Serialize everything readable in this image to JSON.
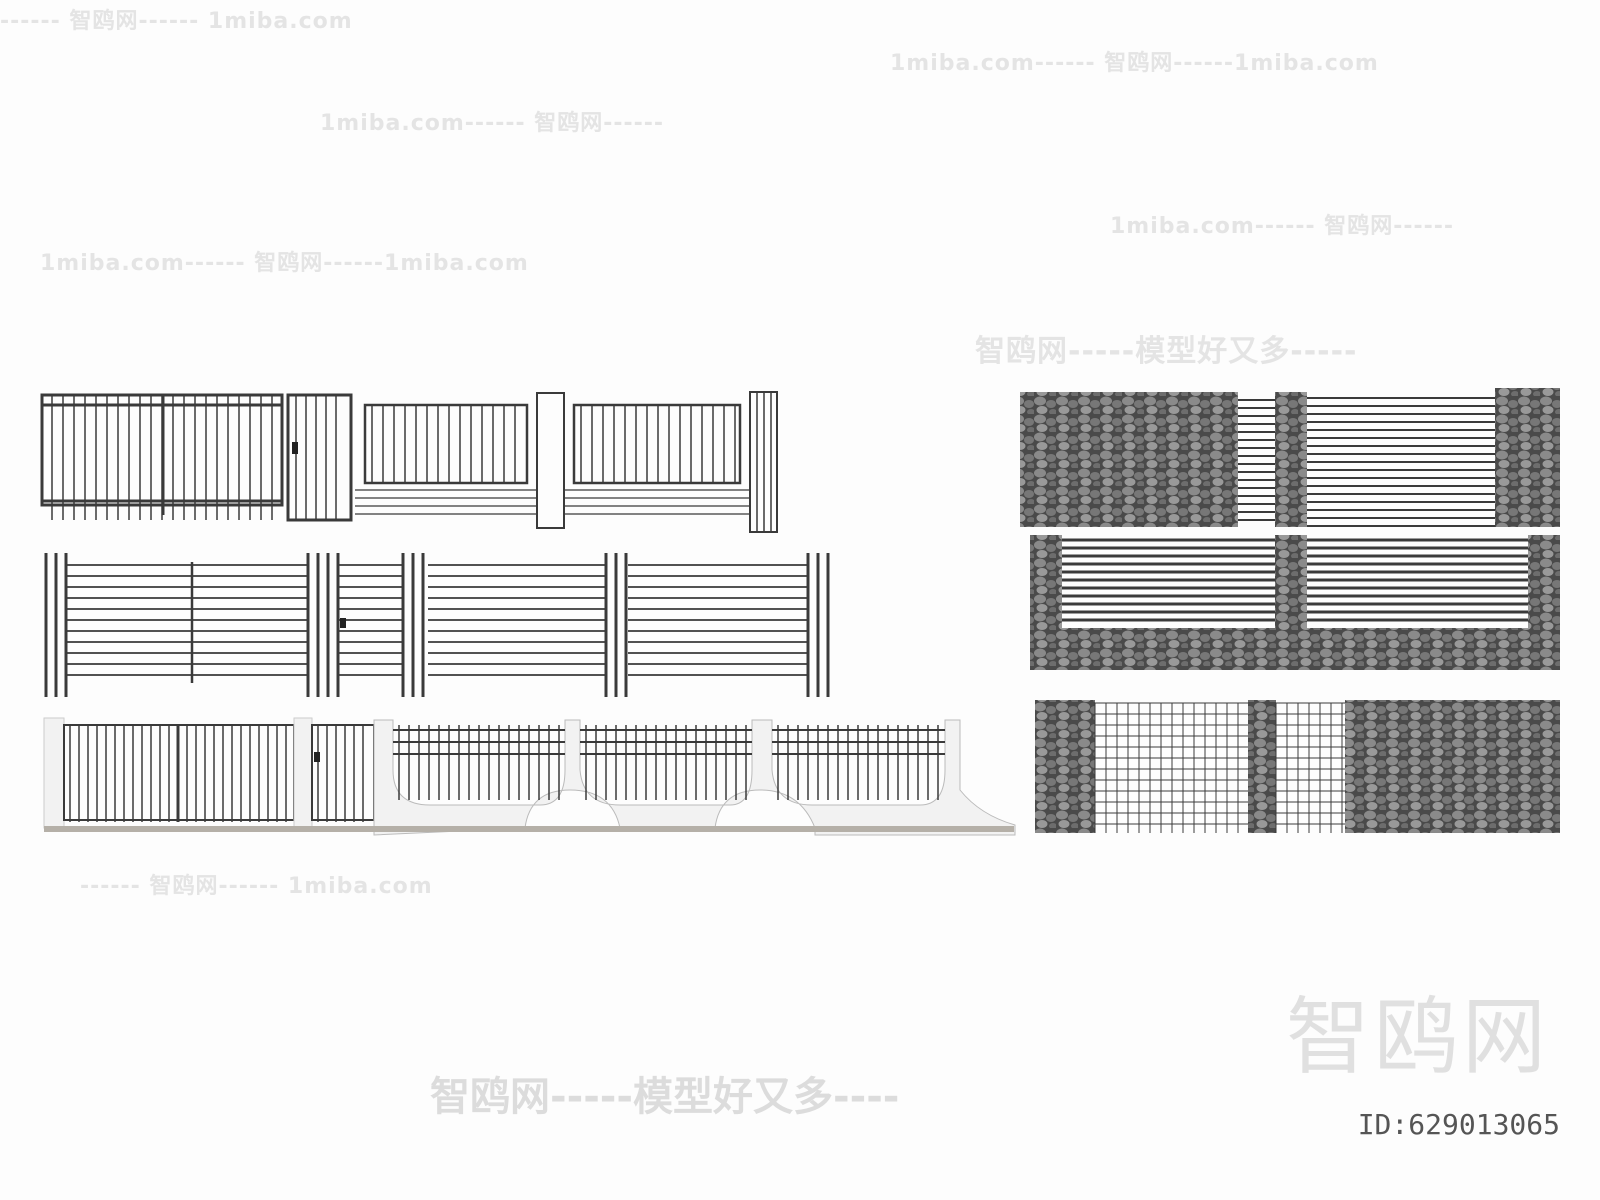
{
  "watermarks": {
    "brand_cn": "智鸥网",
    "site": "1miba.com",
    "slogan": "模型好又多",
    "lines": [
      "------ 智鸥网------ 1miba.com",
      "1miba.com------ 智鸥网------1miba.com",
      "1miba.com------ 智鸥网------",
      "1miba.com------ 智鸥网------",
      "1miba.com------ 智鸥网------1miba.com",
      "智鸥网-----模型好又多-----",
      "------ 智鸥网------ 1miba.com"
    ]
  },
  "bottom_watermark": "智鸥网-----模型好又多----",
  "logo_text": "智鸥网",
  "id_label": "ID:629013065",
  "colors": {
    "metal": "#3a3a3a",
    "stone": "#5a5a5a",
    "wall": "#f2f2f2",
    "watermark": "#e4e4e4"
  }
}
